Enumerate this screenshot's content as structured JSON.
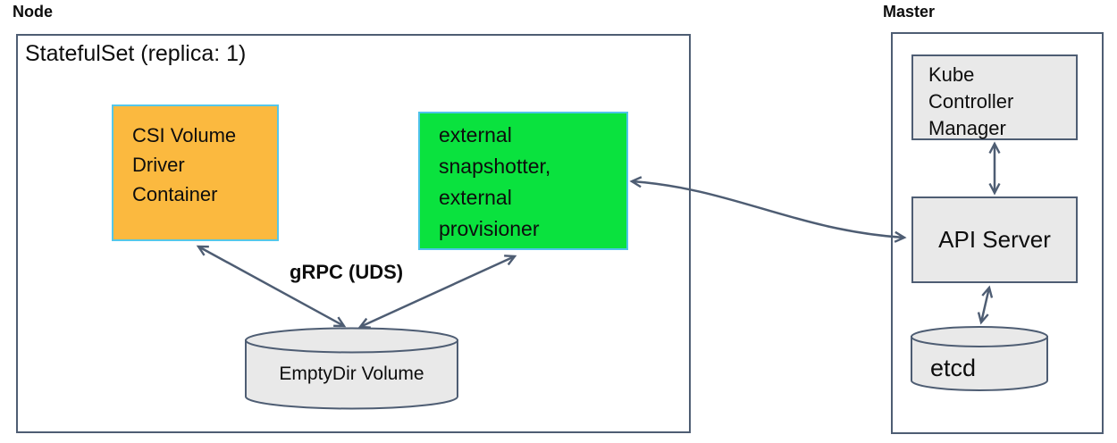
{
  "node": {
    "label": "Node",
    "statefulset_title": "StatefulSet (replica: 1)",
    "csi_container_label": "CSI Volume\nDriver\nContainer",
    "sidecar_label": "external\nsnapshotter,\nexternal\nprovisioner",
    "grpc_label": "gRPC (UDS)",
    "emptydir_label": "EmptyDir Volume"
  },
  "master": {
    "label": "Master",
    "kube_controller_manager_label": "Kube\nController\nManager",
    "api_server_label": "API Server",
    "etcd_label": "etcd"
  },
  "colors": {
    "csi_fill": "#fbb93f",
    "csi_border": "#55c7e9",
    "sidecar_fill": "#0ae23e",
    "sidecar_border": "#4fc3ea",
    "gray_fill": "#e9e9e9",
    "outline": "#4e5d73",
    "arrow": "#4e5d73"
  }
}
